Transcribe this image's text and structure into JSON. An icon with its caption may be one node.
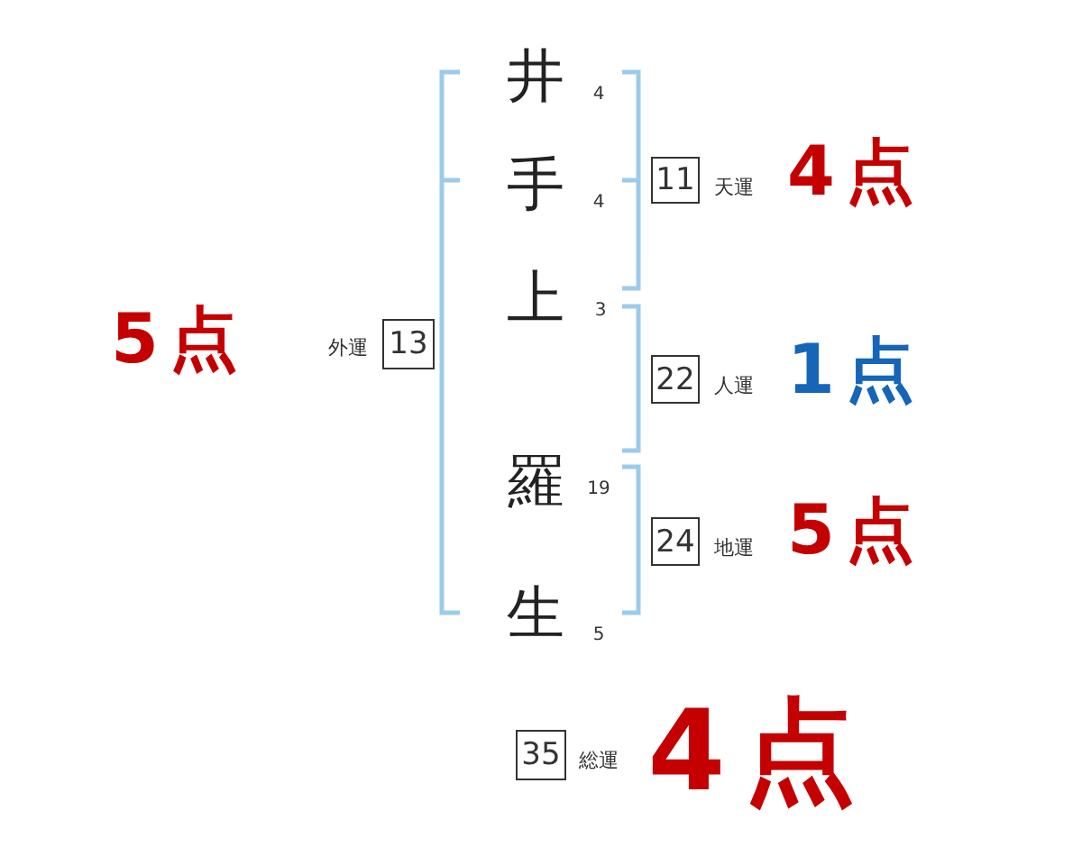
{
  "diagram": {
    "nodes": [
      {
        "text": [
          "11"
        ],
        "beside": [
          "天運",
          "4点"
        ]
      },
      {
        "text": [
          "13"
        ],
        "beside": [
          "外運",
          "5点"
        ]
      },
      {
        "text": [
          "22"
        ],
        "beside": [
          "人運",
          "1点"
        ]
      },
      {
        "text": [
          "24"
        ],
        "beside": [
          "地運",
          "5点"
        ]
      },
      {
        "text": [
          "35"
        ],
        "beside": [
          "総運",
          "4点"
        ]
      }
    ],
    "labels": [
      "井",
      "4",
      "手",
      "4",
      "上",
      "3",
      "羅",
      "19",
      "生",
      "5"
    ]
  }
}
